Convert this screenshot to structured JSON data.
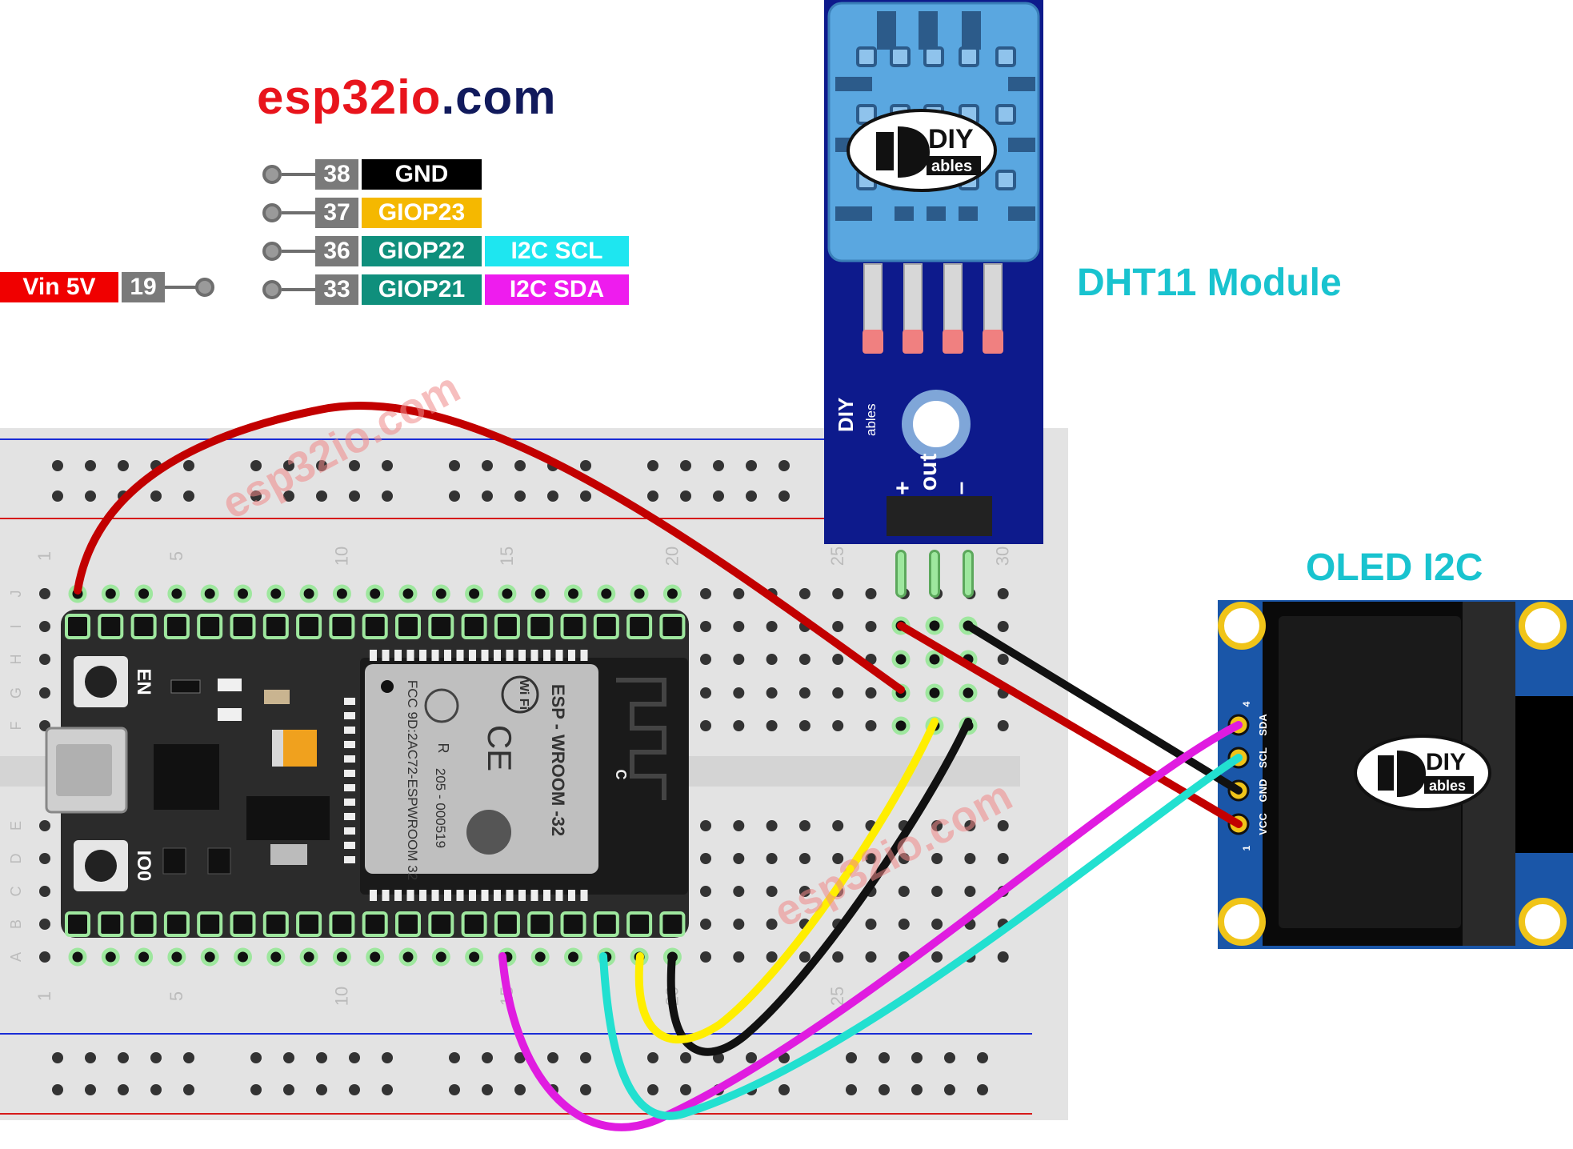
{
  "brand": {
    "part1": "esp32",
    "part2": "io",
    "part3": ".com",
    "color1": "#e8141c",
    "color2": "#111a5c"
  },
  "pins": [
    {
      "number": "38",
      "name": "GND",
      "name_bg": "#000000",
      "extra": "",
      "extra_bg": ""
    },
    {
      "number": "37",
      "name": "GIOP23",
      "name_bg": "#f5b800",
      "extra": "",
      "extra_bg": ""
    },
    {
      "number": "36",
      "name": "GIOP22",
      "name_bg": "#0f8f7c",
      "extra": "I2C SCL",
      "extra_bg": "#1ee6f0"
    },
    {
      "number": "33",
      "name": "GIOP21",
      "name_bg": "#0f8f7c",
      "extra": "I2C SDA",
      "extra_bg": "#ee1cee"
    }
  ],
  "vin_pin": {
    "label": "Vin 5V",
    "label_bg": "#f00000",
    "number": "19"
  },
  "dht11": {
    "title": "DHT11 Module",
    "pin_plus": "+",
    "pin_out": "out",
    "pin_minus": "–",
    "logo_top": "DIY",
    "logo_bottom": "ables",
    "side_logo_top": "DIY",
    "side_logo_bottom": "ables"
  },
  "oled": {
    "title": "OLED I2C",
    "pins": [
      "SDA",
      "SCL",
      "GND",
      "VCC"
    ],
    "pin_first": "1",
    "pin_last": "4",
    "logo_top": "DIY",
    "logo_bottom": "ables"
  },
  "esp32": {
    "button_en": "EN",
    "button_io0": "IO0",
    "module_name": "ESP - WROOM -32",
    "fcc": "FCC 9D:2AC72-ESPWROOM 32",
    "cert": "205 - 000519",
    "wifi": "Wi Fi",
    "ce": "CE",
    "r_mark": "R",
    "c_mark": "C"
  },
  "breadboard": {
    "row_letters_left": [
      "J",
      "I",
      "H",
      "G",
      "F",
      "E",
      "D",
      "C",
      "B",
      "A"
    ],
    "col_numbers_top": [
      "1",
      "5",
      "10",
      "15",
      "20",
      "25",
      "30"
    ],
    "col_numbers_bottom": [
      "1",
      "5",
      "10",
      "15",
      "20",
      "25"
    ]
  },
  "watermark": "esp32io.com",
  "colors": {
    "wire_red": "#c20000",
    "wire_black": "#111111",
    "wire_yellow": "#ffee00",
    "wire_cyan": "#22e0d0",
    "wire_magenta": "#e01ce0",
    "wire_green": "#7fd87f",
    "dht_blue": "#5aa7e0",
    "pcb_navy": "#0d1a8c",
    "oled_blue": "#1a56a8"
  }
}
